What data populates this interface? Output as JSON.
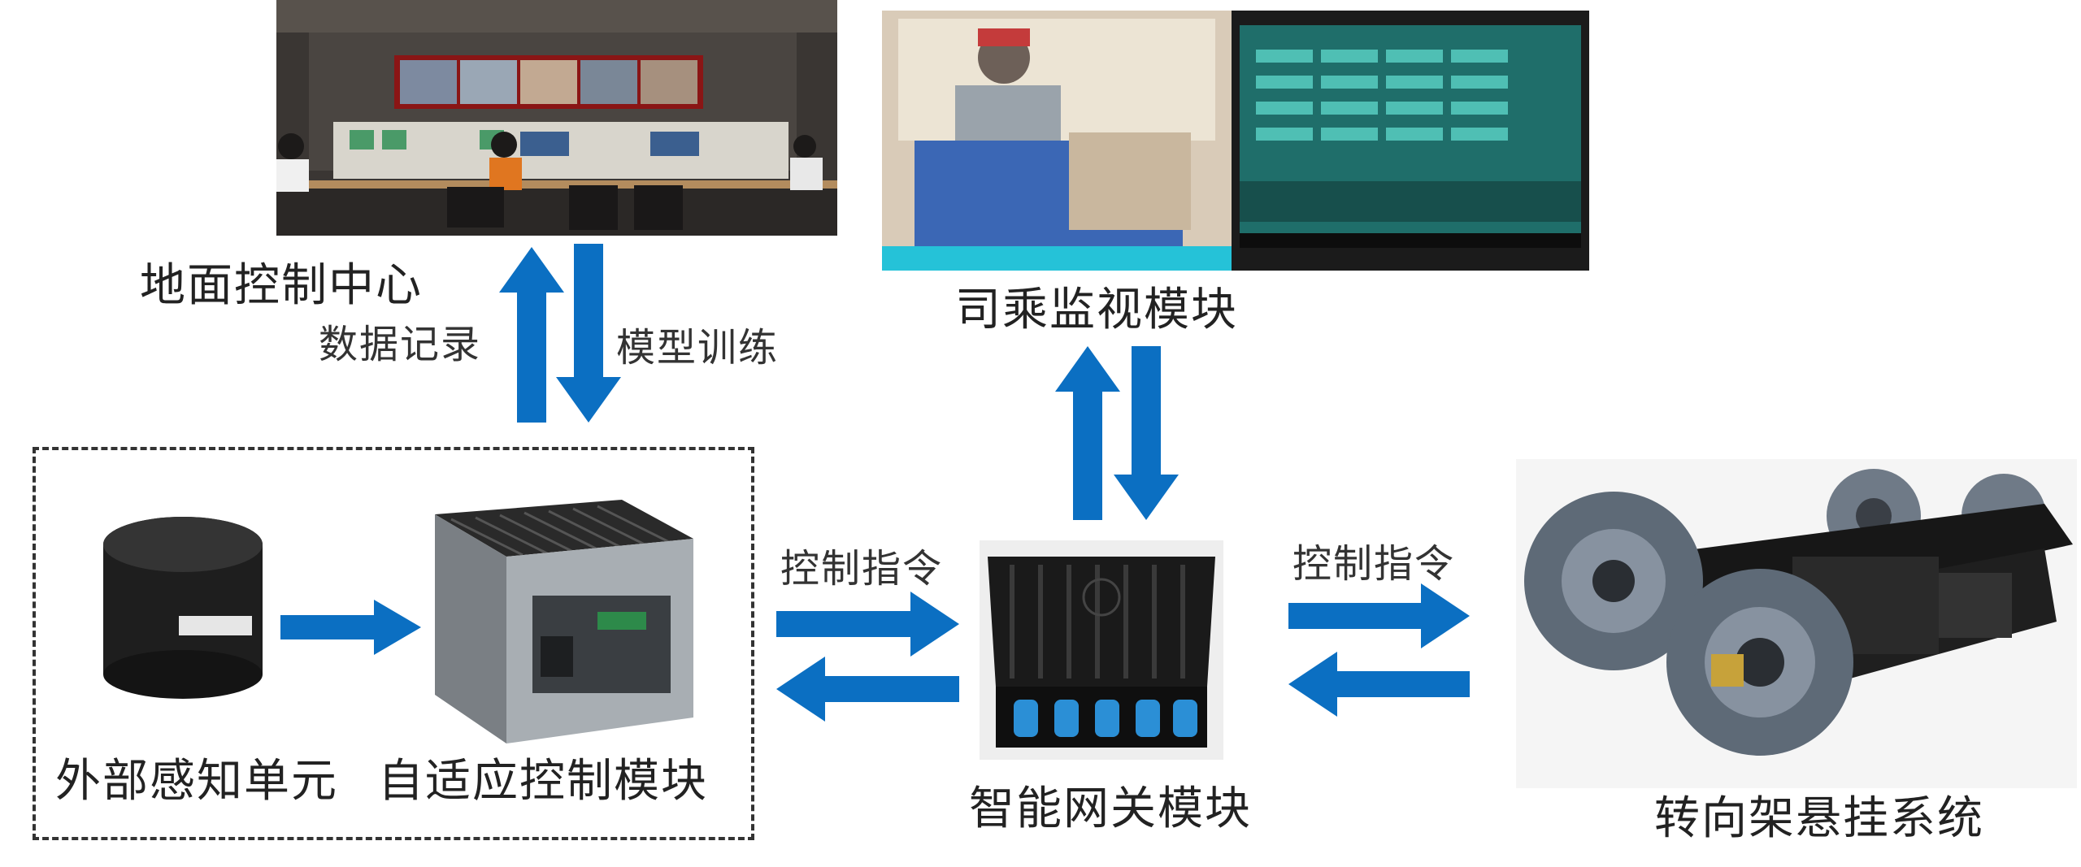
{
  "nodes": {
    "ground_center": "地面控制中心",
    "driver_monitor": "司乘监视模块",
    "external_sensor": "外部感知单元",
    "adaptive_control": "自适应控制模块",
    "smart_gateway": "智能网关模块",
    "bogie_system": "转向架悬挂系统"
  },
  "edges": {
    "data_record": "数据记录",
    "model_training": "模型训练",
    "control_cmd_left": "控制指令",
    "control_cmd_right": "控制指令"
  },
  "colors": {
    "arrow": "#0b6fc2",
    "dashed_border": "#333333"
  },
  "icons": {
    "ground_center": "control-room-photo",
    "driver_monitor": "operator-monitor-photo",
    "external_sensor": "cylindrical-sensor-photo",
    "adaptive_control": "industrial-pc-photo",
    "smart_gateway": "gateway-box-photo",
    "bogie_system": "train-bogie-photo"
  }
}
